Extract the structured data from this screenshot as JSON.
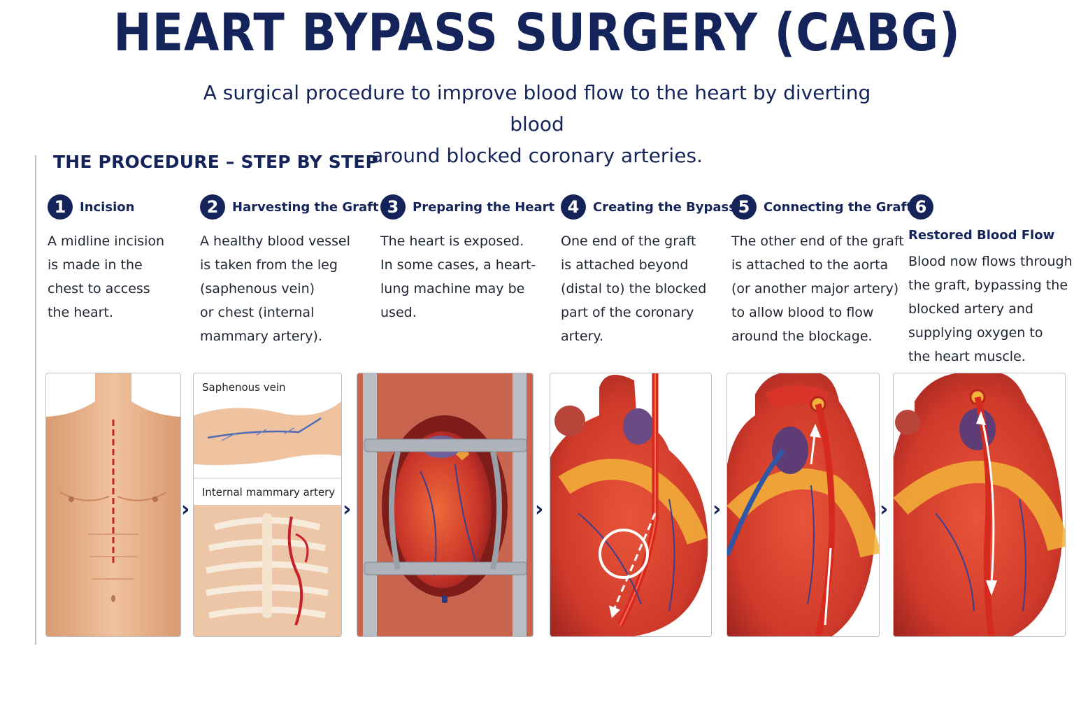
{
  "header": {
    "title": "HEART BYPASS SURGERY (CABG)",
    "subtitle_line1": "A surgical procedure to improve blood flow to the heart by diverting blood",
    "subtitle_line2": "around blocked coronary arteries."
  },
  "section": {
    "heading": "THE PROCEDURE – STEP BY STEP"
  },
  "steps": [
    {
      "number": "1",
      "title": "Incision",
      "lines": [
        "A midline incision",
        "is made in the",
        "chest to access",
        "the heart."
      ]
    },
    {
      "number": "2",
      "title": "Harvesting the Graft",
      "lines": [
        "A healthy blood vessel",
        "is taken from the leg",
        "(saphenous vein)",
        "or chest (internal",
        "mammary artery)."
      ]
    },
    {
      "number": "3",
      "title": "Preparing the Heart",
      "lines": [
        "The heart is exposed.",
        "In some cases, a heart-",
        "lung machine may be",
        "used."
      ]
    },
    {
      "number": "4",
      "title": "Creating the Bypass",
      "lines": [
        "One end of the graft",
        "is attached beyond",
        "(distal to) the blocked",
        "part of the coronary",
        "artery."
      ]
    },
    {
      "number": "5",
      "title": "Connecting the Graft",
      "lines": [
        "The other end of the graft",
        "is attached to the aorta",
        "(or another major artery)",
        "to allow blood to flow",
        "around the blockage."
      ]
    },
    {
      "number": "6",
      "title": "Restored Blood Flow",
      "lines": [
        "Blood now flows through",
        "the graft, bypassing the",
        "blocked artery and",
        "supplying oxygen to",
        "the heart muscle."
      ]
    }
  ],
  "graft_labels": {
    "vein": "Saphenous vein",
    "artery": "Internal mammary artery"
  },
  "icons": {
    "chevron": "›"
  },
  "colors": {
    "navy": "#14245a",
    "heart_red": "#d63a2a",
    "fat_yellow": "#f2b33a",
    "skin": "#e9b58f"
  }
}
